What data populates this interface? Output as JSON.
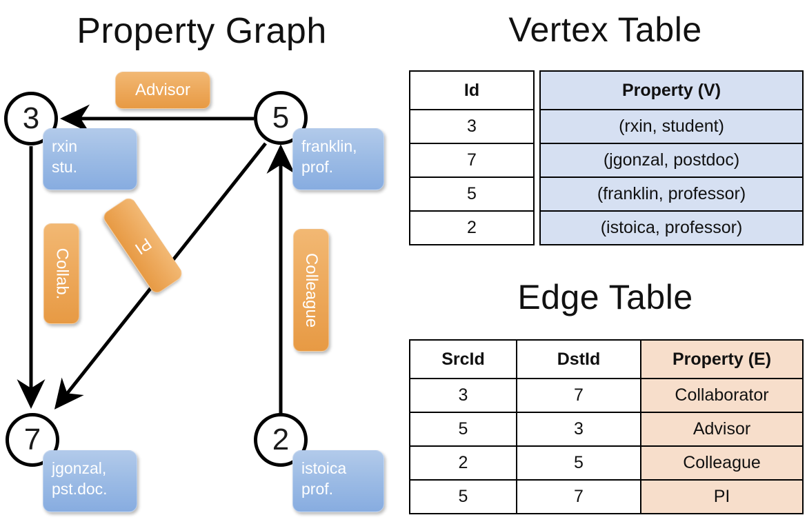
{
  "titles": {
    "property_graph": "Property Graph",
    "vertex_table": "Vertex Table",
    "edge_table": "Edge Table"
  },
  "graph": {
    "vertices": [
      {
        "id": "3",
        "prop_line1": "rxin",
        "prop_line2": "stu."
      },
      {
        "id": "5",
        "prop_line1": "franklin,",
        "prop_line2": "prof."
      },
      {
        "id": "7",
        "prop_line1": "jgonzal,",
        "prop_line2": "pst.doc."
      },
      {
        "id": "2",
        "prop_line1": "istoica",
        "prop_line2": "prof."
      }
    ],
    "edge_labels": {
      "advisor": "Advisor",
      "collab": "Collab.",
      "pi": "PI",
      "colleague": "Colleague"
    }
  },
  "vertex_table": {
    "headers": [
      "Id",
      "Property (V)"
    ],
    "rows": [
      {
        "id": "3",
        "property": "(rxin, student)"
      },
      {
        "id": "7",
        "property": "(jgonzal, postdoc)"
      },
      {
        "id": "5",
        "property": "(franklin, professor)"
      },
      {
        "id": "2",
        "property": "(istoica, professor)"
      }
    ]
  },
  "edge_table": {
    "headers": [
      "SrcId",
      "DstId",
      "Property (E)"
    ],
    "rows": [
      {
        "src": "3",
        "dst": "7",
        "property": "Collaborator"
      },
      {
        "src": "5",
        "dst": "3",
        "property": "Advisor"
      },
      {
        "src": "2",
        "dst": "5",
        "property": "Colleague"
      },
      {
        "src": "5",
        "dst": "7",
        "property": "PI"
      }
    ]
  },
  "colors": {
    "vertex_property_fill": "#d6e0f2",
    "edge_property_fill": "#f7decb",
    "node_box_blue": "#9dbce5",
    "edge_label_orange": "#eda95c",
    "stroke": "#000000"
  }
}
